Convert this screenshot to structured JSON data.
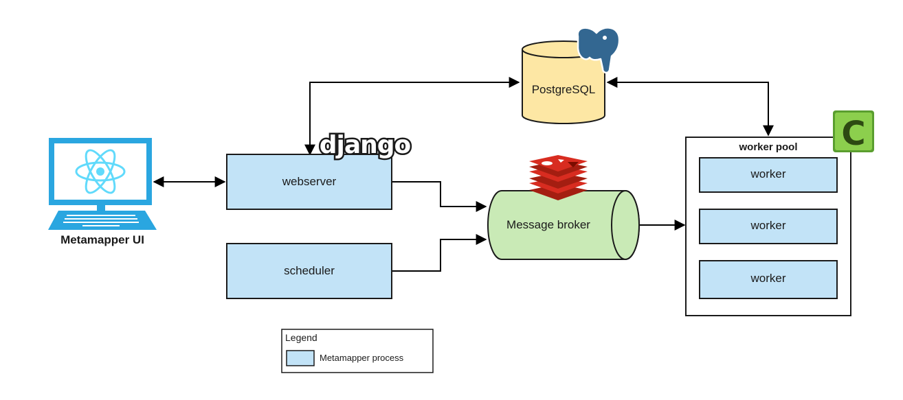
{
  "nodes": {
    "ui": "Metamapper UI",
    "webserver": "webserver",
    "scheduler": "scheduler",
    "broker": "Message broker",
    "db": "PostgreSQL",
    "pool": "worker pool",
    "workers": [
      "worker",
      "worker",
      "worker"
    ]
  },
  "logos": {
    "django": "django",
    "celery": "C"
  },
  "legend": {
    "title": "Legend",
    "item": "Metamapper process"
  },
  "colors": {
    "process_fill": "#c2e3f7",
    "broker_fill": "#c9eab6",
    "db_fill": "#fde7a4",
    "laptop": "#2aa6e0",
    "react": "#61dafb",
    "redis": "#d82c20",
    "postgres": "#336791",
    "celery": "#7cc242"
  },
  "icons": [
    "laptop-react-icon",
    "postgres-elephant-icon",
    "redis-icon",
    "celery-icon"
  ]
}
